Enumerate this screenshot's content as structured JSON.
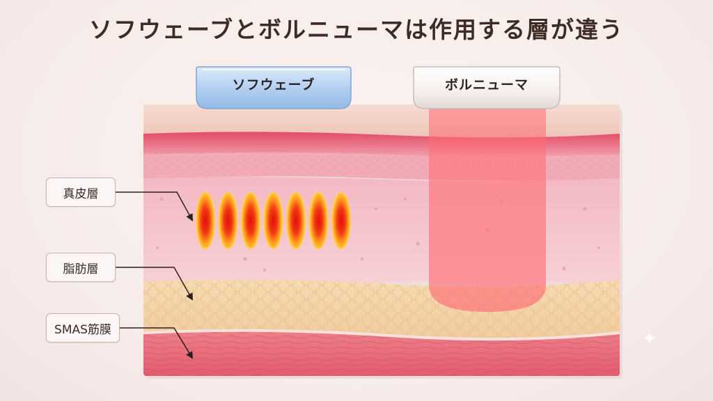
{
  "title": "ソフウェーブとボルニューマは作用する層が違う",
  "probes": {
    "sofwave": {
      "label": "ソフウェーブ",
      "color": "#a9c9ee"
    },
    "volnewmer": {
      "label": "ボルニューマ",
      "color": "#f2ecea"
    }
  },
  "layers": [
    {
      "label": "真皮層"
    },
    {
      "label": "脂肪層"
    },
    {
      "label": "SMAS筋膜"
    }
  ],
  "sofwave_focal_points": 7,
  "colors": {
    "epidermis": "#f2c9bd",
    "dermis_upper": "#e45d73",
    "dermis": "#f4c5cc",
    "fat": "#f5d6ab",
    "smas": "#e96f7d",
    "beam": "#ff7e86",
    "focal_outer": "#ffb020",
    "focal_inner": "#e81d10"
  },
  "decorations": {
    "sparkle_icon": "✦"
  }
}
